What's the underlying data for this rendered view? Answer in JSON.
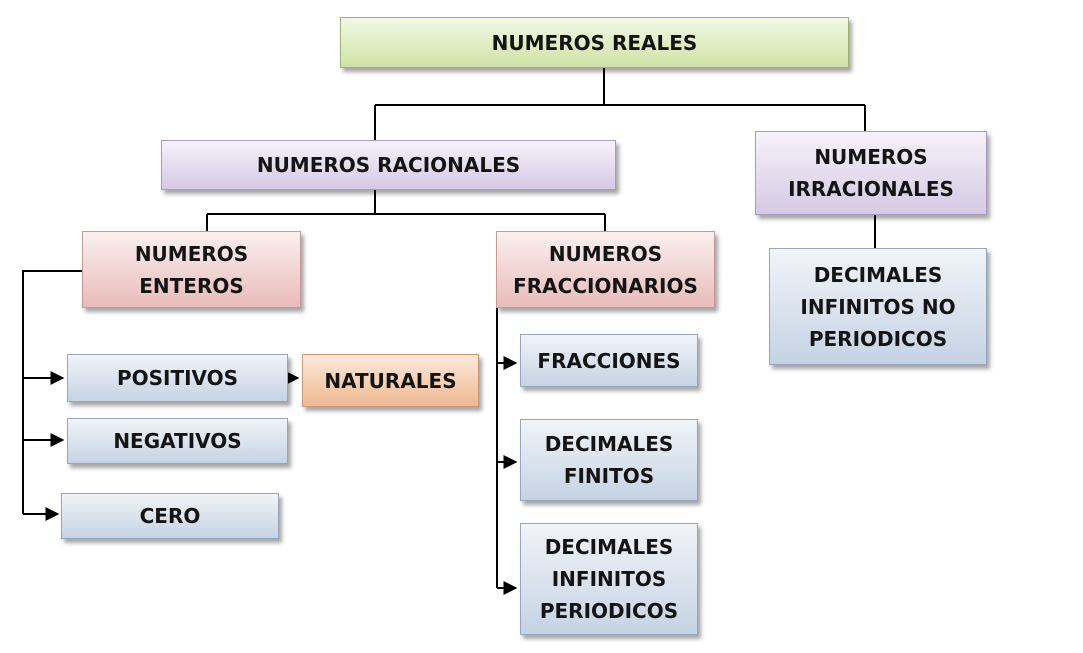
{
  "diagram": {
    "nodes": {
      "reales": "NUMEROS REALES",
      "racionales": "NUMEROS RACIONALES",
      "irracionales": "NUMEROS\nIRRACIONALES",
      "enteros": "NUMEROS\nENTEROS",
      "fraccionarios": "NUMEROS\nFRACCIONARIOS",
      "positivos": "POSITIVOS",
      "naturales": "NATURALES",
      "negativos": "NEGATIVOS",
      "cero": "CERO",
      "fracciones": "FRACCIONES",
      "decimales_finitos": "DECIMALES\nFINITOS",
      "decimales_inf_periodicos": "DECIMALES\nINFINITOS\nPERIODICOS",
      "decimales_inf_no_periodicos": "DECIMALES\nINFINITOS NO\nPERIODICOS"
    },
    "colors": {
      "root": "#cfe2a6",
      "category": "#d6c9e4",
      "subcategory": "#e8bcba",
      "leaf": "#c6d3e4",
      "highlight": "#efb990",
      "connector": "#000000"
    }
  }
}
